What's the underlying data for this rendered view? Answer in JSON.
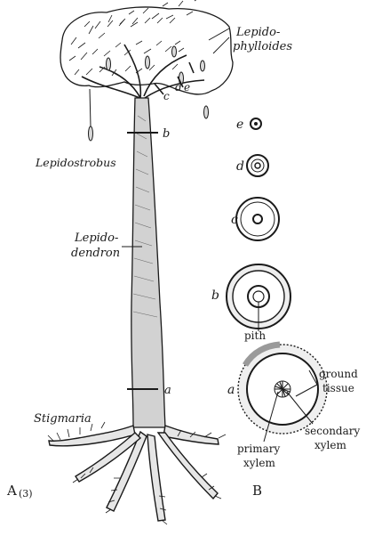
{
  "figure": {
    "panel_a_label": "A",
    "panel_a_sub": "(3)",
    "panel_b_label": "B"
  },
  "tree_labels": {
    "lepidophylloides_1": "Lepido-",
    "lepidophylloides_2": "phylloides",
    "lepidostrobus": "Lepidostrobus",
    "lepidodendron_1": "Lepido-",
    "lepidodendron_2": "dendron",
    "stigmaria": "Stigmaria"
  },
  "level_markers": {
    "a": "a",
    "b": "b",
    "c": "c",
    "d": "d",
    "e": "e"
  },
  "section_labels": {
    "e": "e",
    "d": "d",
    "c": "c",
    "b": "b",
    "a": "a"
  },
  "tissue_labels": {
    "pith": "pith",
    "ground_1": "ground",
    "ground_2": "tissue",
    "secondary_1": "secondary",
    "secondary_2": "xylem",
    "primary_1": "primary",
    "primary_2": "xylem"
  },
  "colors": {
    "ink": "#1a1a1a",
    "background": "#ffffff"
  }
}
